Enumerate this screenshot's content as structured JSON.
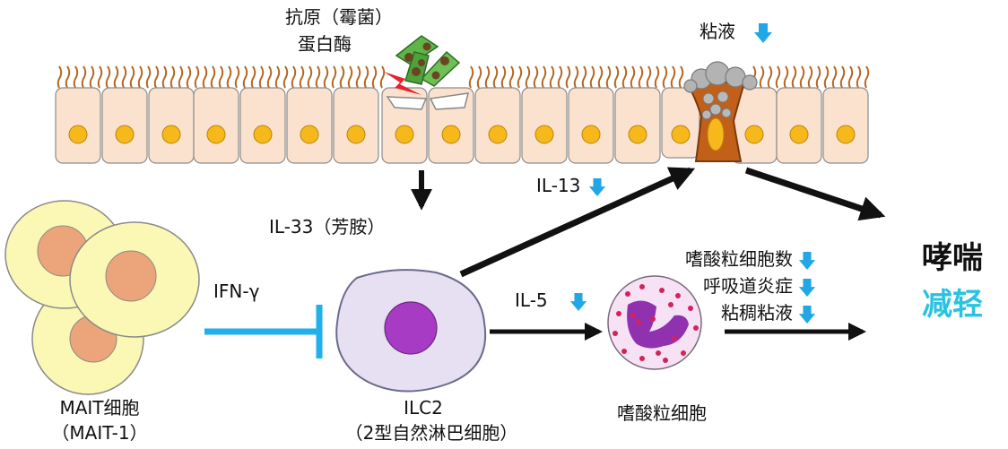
{
  "labels": {
    "antigen": "抗原（霉菌）",
    "protease": "蛋白酶",
    "mucus": "粘液",
    "il33": "IL-33（芳胺）",
    "il13": "IL-13",
    "il5": "IL-5",
    "ifn": "IFN-γ",
    "mait": "MAIT细胞",
    "mait_sub": "（MAIT-1）",
    "ilc2": "ILC2",
    "ilc2_sub": "（2型自然淋巴细胞）",
    "eos": "嗜酸粒细胞",
    "eos_count": "嗜酸粒细胞数",
    "inflammation": "呼吸道炎症",
    "viscous_mucus": "粘稠粘液",
    "asthma": "哮喘",
    "relief": "减轻"
  },
  "colors": {
    "down_arrow": "#22a7e6",
    "inhibit_line": "#22b0ea",
    "relief_text": "#29c3e0",
    "cell_body": "#fbe2cf",
    "nucleus": "#f6b81a",
    "cilia": "#b5651d",
    "goblet": "#c2601a",
    "mait_cell": "#fbf7b4",
    "mait_nucleus": "#eca57b",
    "ilc2_cell": "#e6e0f2",
    "ilc2_nucleus": "#a73bc4",
    "eos_cell": "#f6e1f5",
    "eos_nucleus": "#9032b0",
    "granule": "#d4225a"
  }
}
